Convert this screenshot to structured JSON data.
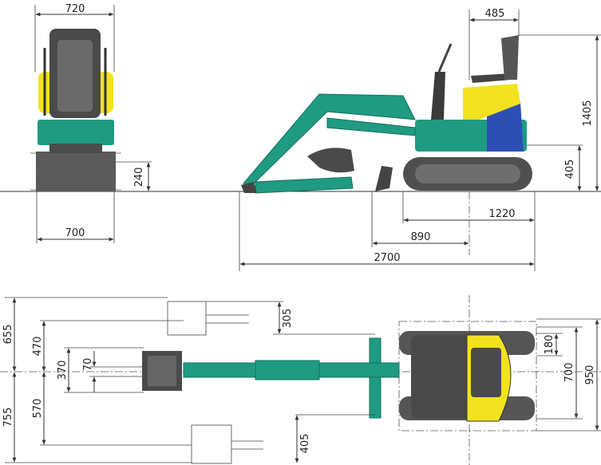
{
  "front_view": {
    "width_top": "720",
    "width_bottom": "700",
    "track_height": "240"
  },
  "side_view": {
    "seat_offset": "485",
    "cab_height": "1405",
    "deck_height": "405",
    "track_length": "1220",
    "blade_to_center": "890",
    "overall_length": "2700"
  },
  "top_view": {
    "boom_offset_upper": "305",
    "left_655": "655",
    "left_470": "470",
    "left_370": "370",
    "left_70": "70",
    "left_755": "755",
    "left_570": "570",
    "boom_offset_lower": "405",
    "shoe_width": "180",
    "track_gauge": "700",
    "overall_width": "950"
  },
  "colors": {
    "teal": "#1f9b82",
    "teal_dark": "#12705e",
    "yellow": "#f2e21f",
    "blue": "#2d4fb4",
    "gray": "#4a4a4a",
    "gray_light": "#7a7a7a"
  }
}
